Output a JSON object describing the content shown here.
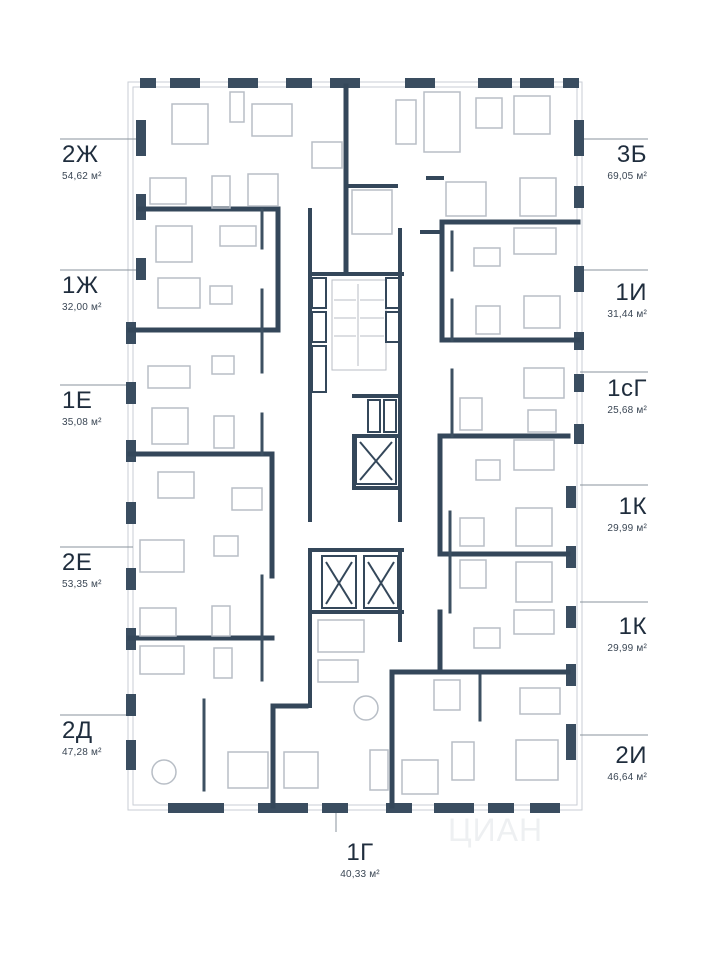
{
  "plan": {
    "colors": {
      "wall": "#34475a",
      "window": "#3a4d60",
      "furniture": "#b8bec6",
      "outline": "#c9ced4",
      "label": "#1f2d3d"
    },
    "watermark": "ЦИАН",
    "units": [
      {
        "code": "2Ж",
        "area": "54,62 м²"
      },
      {
        "code": "1Ж",
        "area": "32,00 м²"
      },
      {
        "code": "1Е",
        "area": "35,08 м²"
      },
      {
        "code": "2Е",
        "area": "53,35 м²"
      },
      {
        "code": "2Д",
        "area": "47,28 м²"
      },
      {
        "code": "3Б",
        "area": "69,05 м²"
      },
      {
        "code": "1И",
        "area": "31,44 м²"
      },
      {
        "code": "1сГ",
        "area": "25,68 м²"
      },
      {
        "code": "1К",
        "area": "29,99 м²"
      },
      {
        "code": "1К",
        "area": "29,99 м²"
      },
      {
        "code": "2И",
        "area": "46,64 м²"
      },
      {
        "code": "1Г",
        "area": "40,33 м²"
      }
    ]
  }
}
